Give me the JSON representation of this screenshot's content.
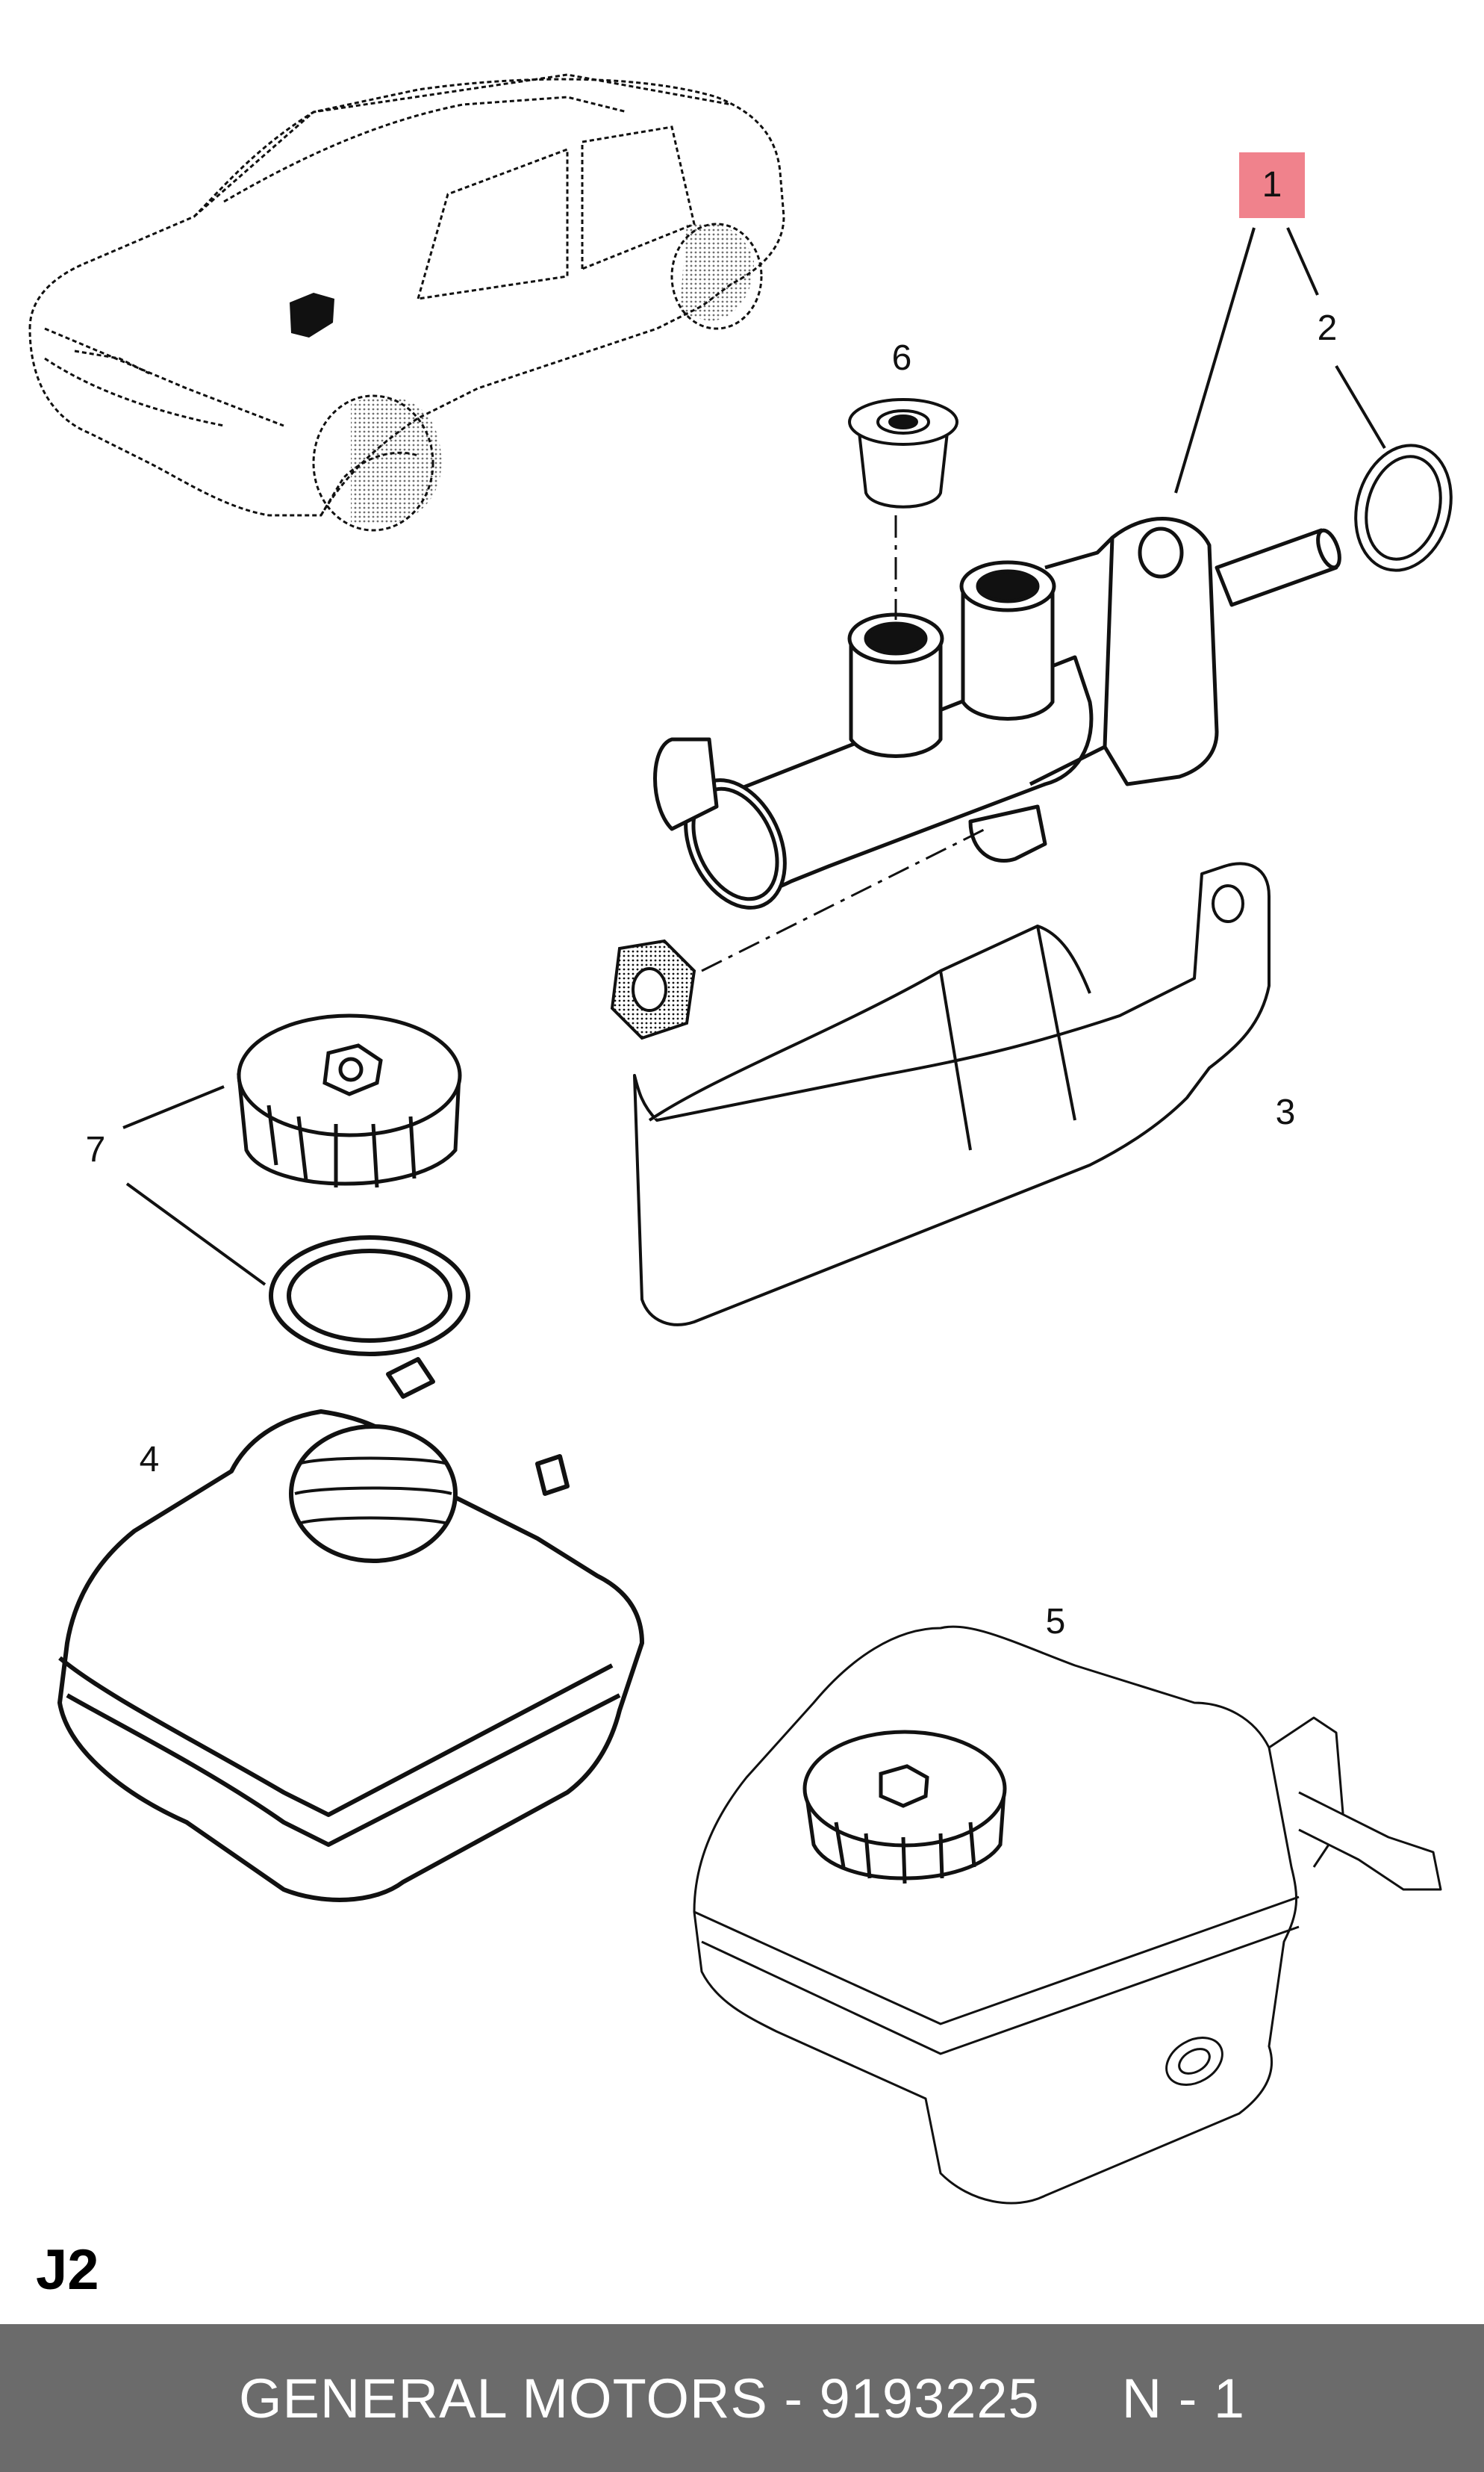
{
  "colors": {
    "background": "#ffffff",
    "line": "#111111",
    "highlight": "#f0828c",
    "footer_bg": "#6b6b6b",
    "footer_text": "#ffffff"
  },
  "callouts": [
    {
      "id": "1",
      "label": "1",
      "highlighted": true
    },
    {
      "id": "2",
      "label": "2",
      "highlighted": false
    },
    {
      "id": "3",
      "label": "3",
      "highlighted": false
    },
    {
      "id": "4",
      "label": "4",
      "highlighted": false
    },
    {
      "id": "5",
      "label": "5",
      "highlighted": false
    },
    {
      "id": "6",
      "label": "6",
      "highlighted": false
    },
    {
      "id": "7",
      "label": "7",
      "highlighted": false
    }
  ],
  "section_code": "J2",
  "footer": {
    "brand_part": "GENERAL MOTORS - 9193225",
    "quantity": "N - 1"
  },
  "icons": [
    "car-outline-icon",
    "master-cylinder-drawing",
    "reservoir-drawing",
    "cap-drawing",
    "seal-ring-drawing"
  ]
}
